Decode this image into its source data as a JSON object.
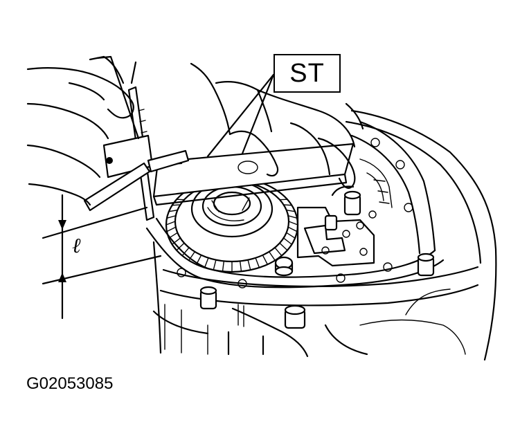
{
  "figure": {
    "callout_label": "ST",
    "dimension_symbol": "ℓ",
    "figure_id": "G02053085"
  },
  "colors": {
    "ink": "#000000",
    "paper": "#ffffff"
  }
}
